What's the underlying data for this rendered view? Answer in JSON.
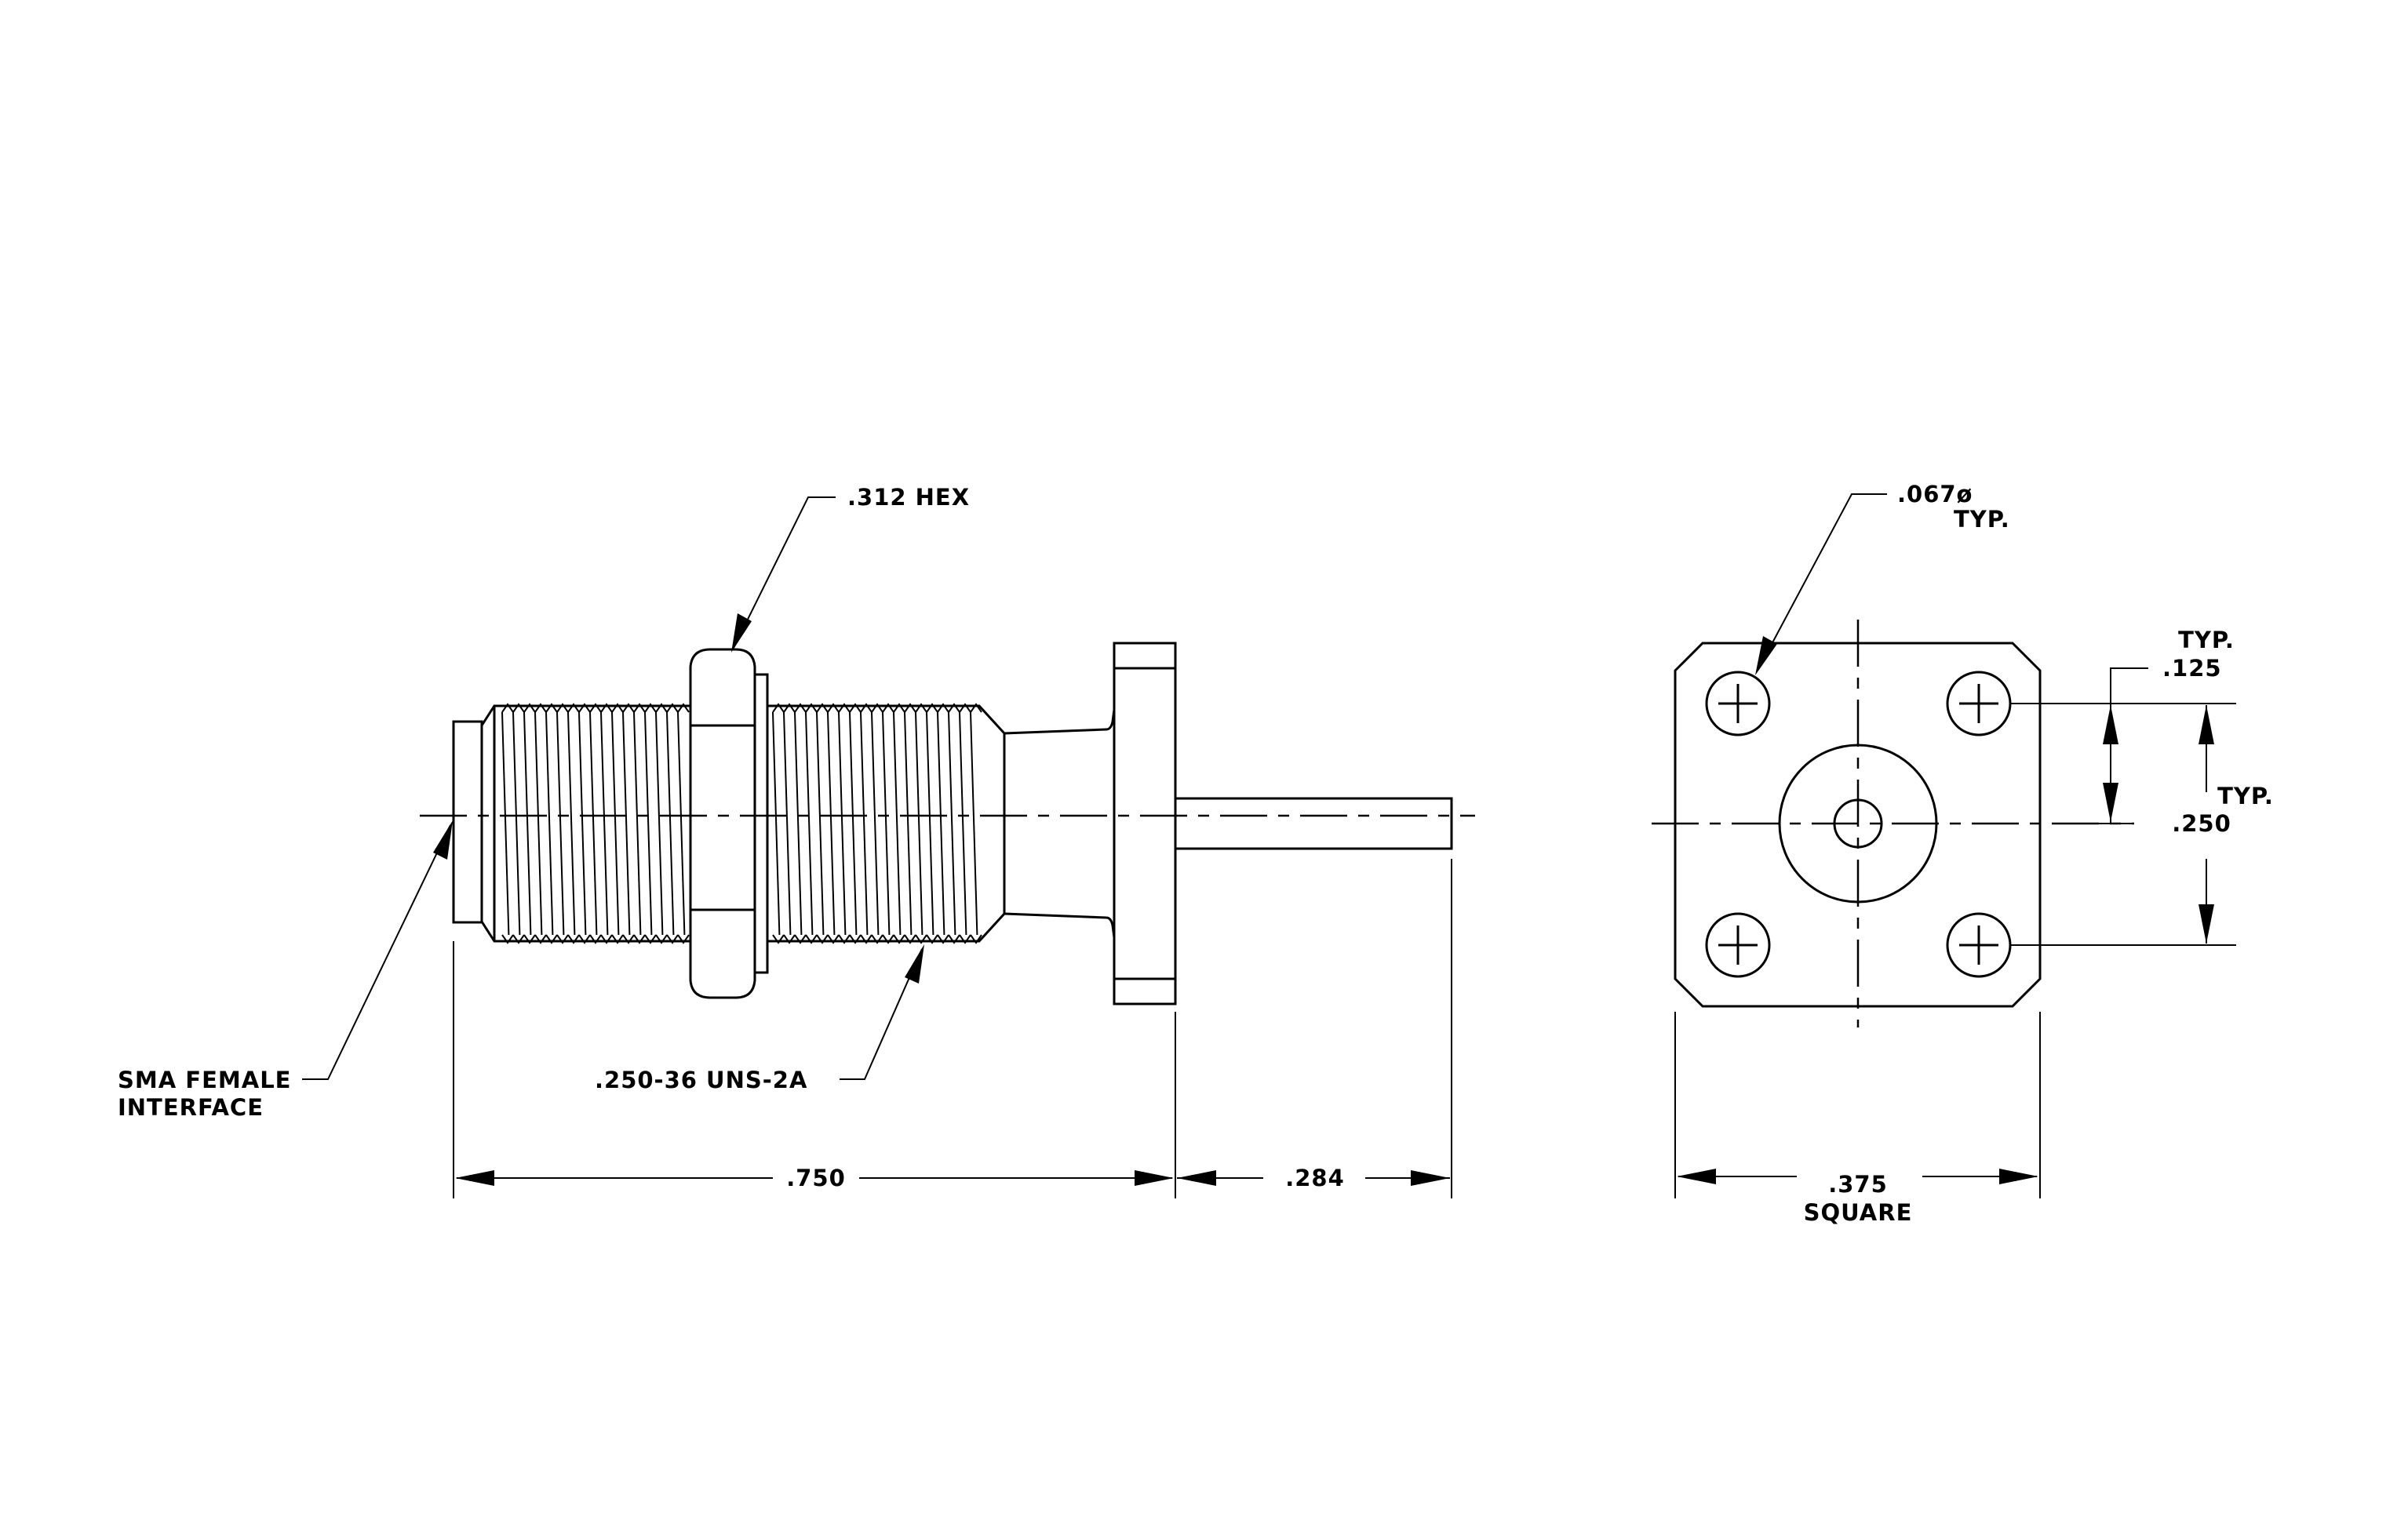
{
  "callouts": {
    "hex": ".312 HEX",
    "thread": ".250-36 UNS-2A",
    "interface_line1": "SMA FEMALE",
    "interface_line2": "INTERFACE",
    "hole_dia": ".067ø",
    "hole_typ": "TYP."
  },
  "dimensions": {
    "body_length": ".750",
    "pin_length": ".284",
    "flange_size": ".375",
    "flange_size_note": "SQUARE",
    "hole_offset": ".125",
    "hole_offset_typ": "TYP.",
    "hole_spacing": ".250",
    "hole_spacing_typ": "TYP."
  }
}
